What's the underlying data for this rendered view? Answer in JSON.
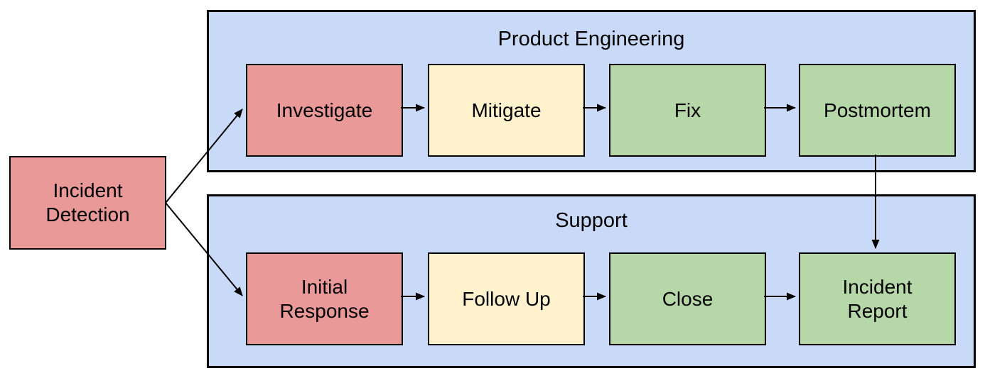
{
  "colors": {
    "red": "#ea9999",
    "yellow": "#fff2cc",
    "green": "#b6d7a8",
    "blue": "#c9daf8",
    "border": "#000000",
    "text": "#000000",
    "background": "#ffffff"
  },
  "containers": {
    "product_engineering": {
      "label": "Product Engineering"
    },
    "support": {
      "label": "Support"
    }
  },
  "nodes": {
    "incident_detection": {
      "label": "Incident\nDetection",
      "color": "red"
    },
    "investigate": {
      "label": "Investigate",
      "color": "red"
    },
    "mitigate": {
      "label": "Mitigate",
      "color": "yellow"
    },
    "fix": {
      "label": "Fix",
      "color": "green"
    },
    "postmortem": {
      "label": "Postmortem",
      "color": "green"
    },
    "initial_response": {
      "label": "Initial\nResponse",
      "color": "red"
    },
    "follow_up": {
      "label": "Follow Up",
      "color": "yellow"
    },
    "close": {
      "label": "Close",
      "color": "green"
    },
    "incident_report": {
      "label": "Incident\nReport",
      "color": "green"
    }
  },
  "edges": [
    {
      "from": "incident_detection",
      "to": "investigate"
    },
    {
      "from": "incident_detection",
      "to": "initial_response"
    },
    {
      "from": "investigate",
      "to": "mitigate"
    },
    {
      "from": "mitigate",
      "to": "fix"
    },
    {
      "from": "fix",
      "to": "postmortem"
    },
    {
      "from": "postmortem",
      "to": "incident_report"
    },
    {
      "from": "initial_response",
      "to": "follow_up"
    },
    {
      "from": "follow_up",
      "to": "close"
    },
    {
      "from": "close",
      "to": "incident_report"
    }
  ]
}
